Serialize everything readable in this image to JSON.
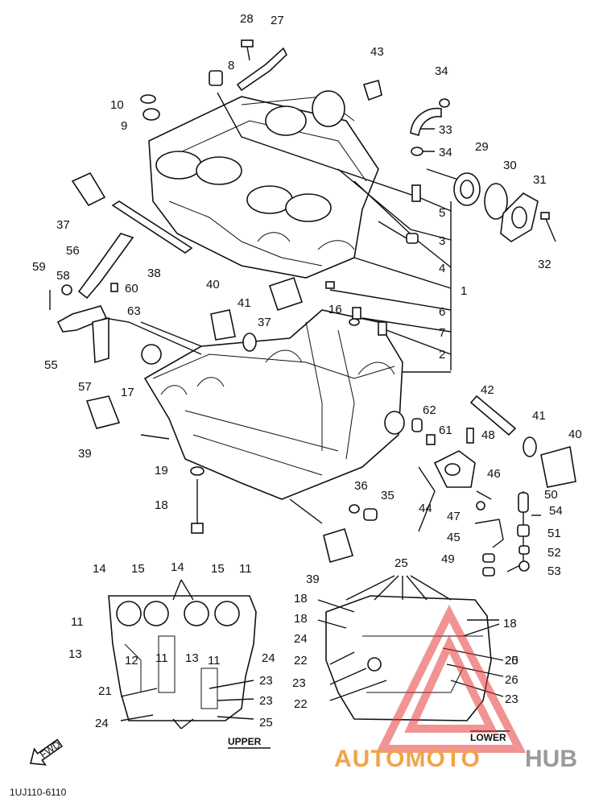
{
  "callouts": [
    {
      "id": "c28",
      "text": "28"
    },
    {
      "id": "c27",
      "text": "27"
    },
    {
      "id": "c8",
      "text": "8"
    },
    {
      "id": "c43",
      "text": "43"
    },
    {
      "id": "c34a",
      "text": "34"
    },
    {
      "id": "c10",
      "text": "10"
    },
    {
      "id": "c9",
      "text": "9"
    },
    {
      "id": "c33",
      "text": "33"
    },
    {
      "id": "c34b",
      "text": "34"
    },
    {
      "id": "c29",
      "text": "29"
    },
    {
      "id": "c30",
      "text": "30"
    },
    {
      "id": "c31",
      "text": "31"
    },
    {
      "id": "c37a",
      "text": "37"
    },
    {
      "id": "c5",
      "text": "5"
    },
    {
      "id": "c3",
      "text": "3"
    },
    {
      "id": "c32",
      "text": "32"
    },
    {
      "id": "c56",
      "text": "56"
    },
    {
      "id": "c4",
      "text": "4"
    },
    {
      "id": "c38",
      "text": "38"
    },
    {
      "id": "c1",
      "text": "1"
    },
    {
      "id": "c59",
      "text": "59"
    },
    {
      "id": "c58",
      "text": "58"
    },
    {
      "id": "c60",
      "text": "60"
    },
    {
      "id": "c40a",
      "text": "40"
    },
    {
      "id": "c6",
      "text": "6"
    },
    {
      "id": "c41a",
      "text": "41"
    },
    {
      "id": "c37b",
      "text": "37"
    },
    {
      "id": "c63",
      "text": "63"
    },
    {
      "id": "c16",
      "text": "16"
    },
    {
      "id": "c7",
      "text": "7"
    },
    {
      "id": "c55",
      "text": "55"
    },
    {
      "id": "c2",
      "text": "2"
    },
    {
      "id": "c17",
      "text": "17"
    },
    {
      "id": "c57",
      "text": "57"
    },
    {
      "id": "c42",
      "text": "42"
    },
    {
      "id": "c62",
      "text": "62"
    },
    {
      "id": "c41b",
      "text": "41"
    },
    {
      "id": "c40b",
      "text": "40"
    },
    {
      "id": "c39a",
      "text": "39"
    },
    {
      "id": "c61",
      "text": "61"
    },
    {
      "id": "c48",
      "text": "48"
    },
    {
      "id": "c19",
      "text": "19"
    },
    {
      "id": "c46",
      "text": "46"
    },
    {
      "id": "c36",
      "text": "36"
    },
    {
      "id": "c18a",
      "text": "18"
    },
    {
      "id": "c35",
      "text": "35"
    },
    {
      "id": "c44",
      "text": "44"
    },
    {
      "id": "c50",
      "text": "50"
    },
    {
      "id": "c54",
      "text": "54"
    },
    {
      "id": "c47",
      "text": "47"
    },
    {
      "id": "c51",
      "text": "51"
    },
    {
      "id": "c45",
      "text": "45"
    },
    {
      "id": "c52",
      "text": "52"
    },
    {
      "id": "c49",
      "text": "49"
    },
    {
      "id": "c39b",
      "text": "39"
    },
    {
      "id": "c53",
      "text": "53"
    },
    {
      "id": "c25a",
      "text": "25"
    },
    {
      "id": "c14a",
      "text": "14"
    },
    {
      "id": "c15a",
      "text": "15"
    },
    {
      "id": "c14b",
      "text": "14"
    },
    {
      "id": "c15b",
      "text": "15"
    },
    {
      "id": "c11a",
      "text": "11"
    },
    {
      "id": "c18b",
      "text": "18"
    },
    {
      "id": "c18c",
      "text": "18"
    },
    {
      "id": "c18d",
      "text": "18"
    },
    {
      "id": "c11b",
      "text": "11"
    },
    {
      "id": "c24a",
      "text": "24"
    },
    {
      "id": "c13a",
      "text": "13"
    },
    {
      "id": "c12",
      "text": "12"
    },
    {
      "id": "c11c",
      "text": "11"
    },
    {
      "id": "c13b",
      "text": "13"
    },
    {
      "id": "c11d",
      "text": "11"
    },
    {
      "id": "c24b",
      "text": "24"
    },
    {
      "id": "c22a",
      "text": "22"
    },
    {
      "id": "c23a",
      "text": "23"
    },
    {
      "id": "c21",
      "text": "21"
    },
    {
      "id": "c23b",
      "text": "23"
    },
    {
      "id": "c23c",
      "text": "23"
    },
    {
      "id": "c25b",
      "text": "25"
    },
    {
      "id": "c26",
      "text": "26"
    },
    {
      "id": "c22b",
      "text": "22"
    },
    {
      "id": "c23d",
      "text": "23"
    },
    {
      "id": "c20",
      "text": "20"
    },
    {
      "id": "c24c",
      "text": "24"
    },
    {
      "id": "c25c",
      "text": "25"
    }
  ],
  "labels": {
    "upper": "UPPER",
    "lower": "LOWER",
    "fwd": "FWD",
    "part_code": "1UJ110-6110"
  },
  "watermark": {
    "auto": "AUTOMOTO",
    "hub": "HUB",
    "auto_color": "#f2a24a",
    "hub_color": "#9a9a9a",
    "triangle_color": "#e83a3a"
  }
}
